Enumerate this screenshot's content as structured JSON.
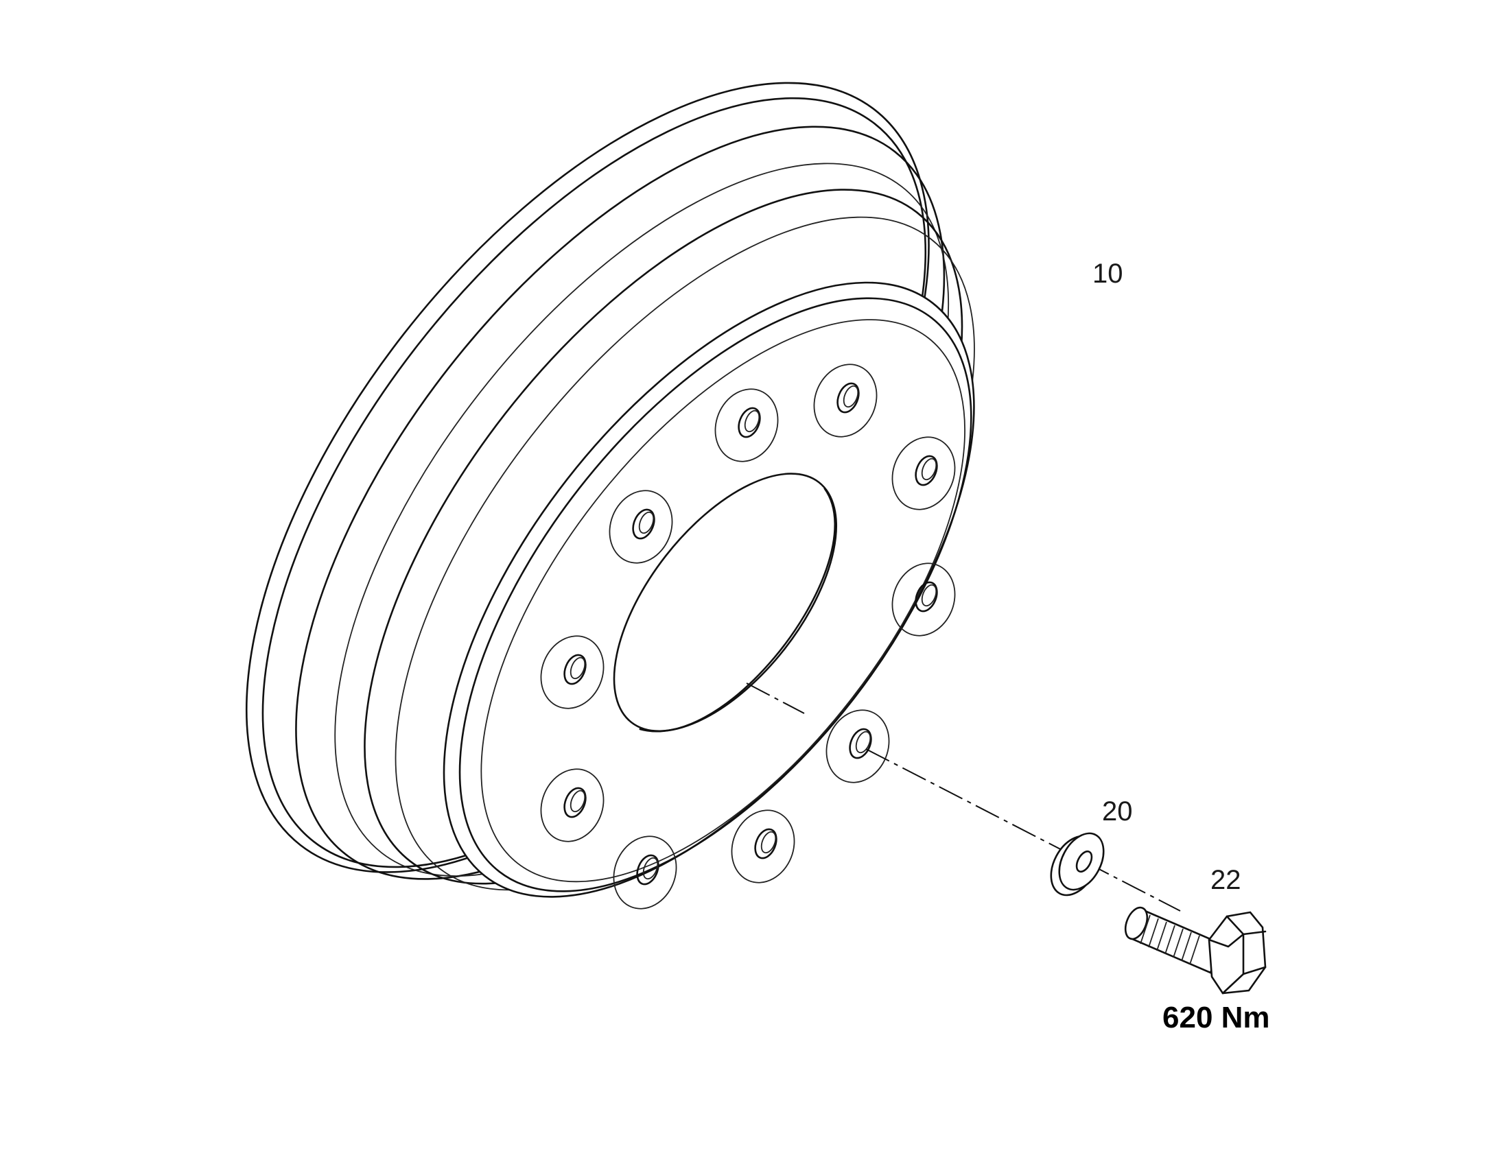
{
  "diagram": {
    "callouts": {
      "rim": "10",
      "washer": "20",
      "bolt": "22"
    },
    "torque_label": "620 Nm",
    "bolt_hole_count": 10,
    "colors": {
      "line": "#111111",
      "background": "#ffffff"
    }
  }
}
